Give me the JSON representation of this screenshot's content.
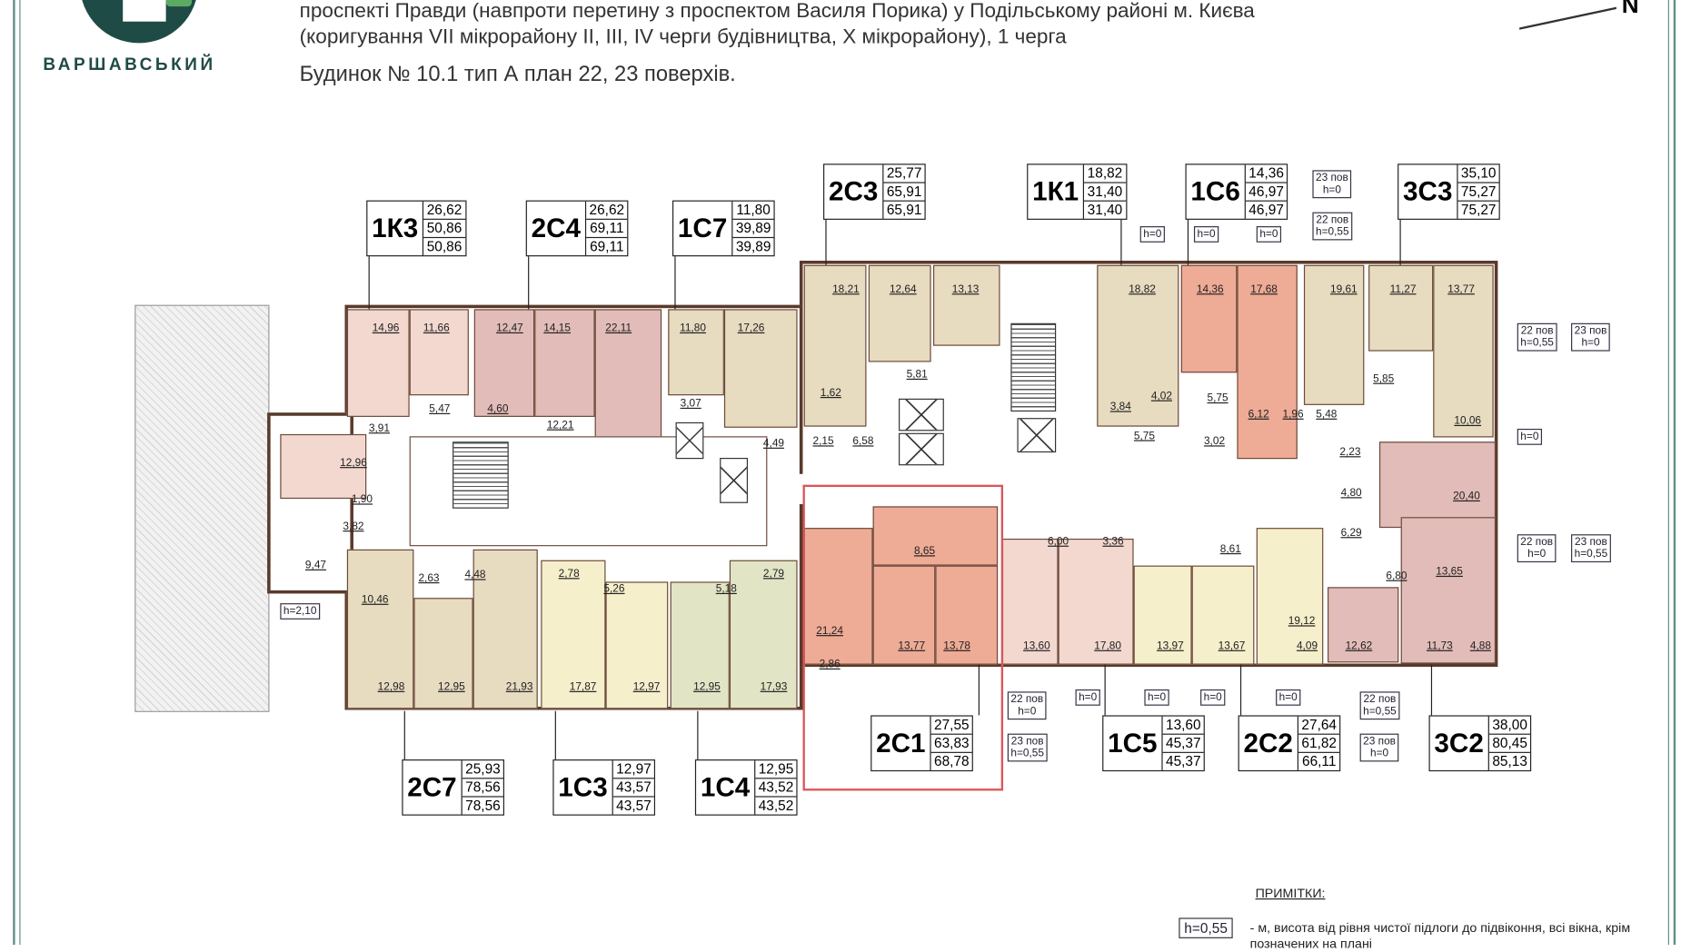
{
  "header": {
    "brand": "ВАРШАВСЬКИЙ",
    "line1": "проспекті Правди (навпроти перетину з проспектом Василя Порика) у Подільському районі м. Києва",
    "line2": "(коригування VII мікрорайону II, III, IV черги будівництва, X мікрорайону), 1 черга",
    "line3": "Будинок № 10.1  тип А   план 22, 23 поверхів.",
    "north": "N"
  },
  "apartments": [
    {
      "code": "1К3",
      "v": [
        "26,62",
        "50,86",
        "50,86"
      ]
    },
    {
      "code": "2С4",
      "v": [
        "26,62",
        "69,11",
        "69,11"
      ]
    },
    {
      "code": "1С7",
      "v": [
        "11,80",
        "39,89",
        "39,89"
      ]
    },
    {
      "code": "2С3",
      "v": [
        "25,77",
        "65,91",
        "65,91"
      ]
    },
    {
      "code": "1К1",
      "v": [
        "18,82",
        "31,40",
        "31,40"
      ]
    },
    {
      "code": "1С6",
      "v": [
        "14,36",
        "46,97",
        "46,97"
      ]
    },
    {
      "code": "3С3",
      "v": [
        "35,10",
        "75,27",
        "75,27"
      ]
    },
    {
      "code": "2С7",
      "v": [
        "25,93",
        "78,56",
        "78,56"
      ]
    },
    {
      "code": "1С3",
      "v": [
        "12,97",
        "43,57",
        "43,57"
      ]
    },
    {
      "code": "1С4",
      "v": [
        "12,95",
        "43,52",
        "43,52"
      ]
    },
    {
      "code": "2С1",
      "v": [
        "27,55",
        "63,83",
        "68,78"
      ],
      "highlighted": true
    },
    {
      "code": "1С5",
      "v": [
        "13,60",
        "45,37",
        "45,37"
      ]
    },
    {
      "code": "2С2",
      "v": [
        "27,64",
        "61,82",
        "66,11"
      ]
    },
    {
      "code": "3С2",
      "v": [
        "38,00",
        "80,45",
        "85,13"
      ]
    }
  ],
  "rooms": [
    "14,96",
    "11,66",
    "12,47",
    "14,15",
    "22,11",
    "11,80",
    "17,26",
    "5,47",
    "4,60",
    "3,91",
    "12,21",
    "3,07",
    "4,49",
    "12,96",
    "1,90",
    "3,82",
    "9,47",
    "10,46",
    "2,63",
    "4,48",
    "2,78",
    "5,26",
    "5,18",
    "2,79",
    "12,98",
    "12,95",
    "21,93",
    "17,87",
    "12,97",
    "12,95",
    "17,93",
    "18,21",
    "12,64",
    "13,13",
    "5,81",
    "1,62",
    "2,15",
    "6,58",
    "18,82",
    "3,84",
    "4,02",
    "5,75",
    "14,36",
    "17,68",
    "5,75",
    "3,02",
    "6,12",
    "1,96",
    "19,61",
    "11,27",
    "13,77",
    "5,85",
    "5,48",
    "10,06",
    "2,23",
    "4,80",
    "20,40",
    "21,24",
    "8,65",
    "13,77",
    "13,78",
    "2,86",
    "6,00",
    "3,36",
    "13,60",
    "17,80",
    "8,61",
    "13,97",
    "13,67",
    "19,12",
    "4,09",
    "6,29",
    "6,80",
    "13,65",
    "12,62",
    "11,73",
    "4,88"
  ],
  "callouts": [
    "h=0",
    "h=0",
    "h=0",
    "23 пов\nh=0",
    "22 пов\nh=0,55",
    "22 пов\nh=0,55",
    "23 пов\nh=0",
    "h=0",
    "22 пов\nh=0",
    "23 пов\nh=0,55",
    "22 пов\nh=0",
    "23 пов\nh=0,55",
    "h=0",
    "h=0",
    "h=0",
    "h=0",
    "22 пов\nh=0,55",
    "23 пов\nh=0",
    "h=2,10"
  ],
  "notes": {
    "title": "ПРИМІТКИ:",
    "sample": "h=0,55",
    "text": "- м, висота від рівня чистої підлоги до підвіконня, всі вікна, крім позначених на плані"
  },
  "colors": {
    "pink": "#f3d8d0",
    "mauve": "#e2bcb8",
    "tan": "#e7dbc0",
    "yellow": "#f6efcb",
    "green": "#e2e5c5",
    "salmon": "#eeab96",
    "highlight": "#d9585c"
  }
}
